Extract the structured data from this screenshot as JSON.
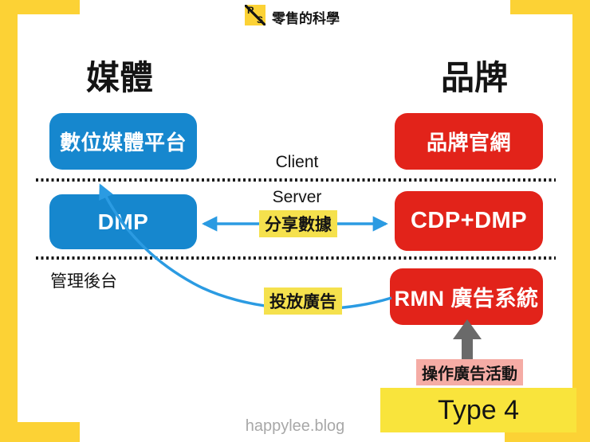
{
  "header": {
    "logo_text_top": "R",
    "logo_text_bottom": "S",
    "brand_name": "零售的科學"
  },
  "columns": {
    "media": "媒體",
    "brand": "品牌"
  },
  "nodes": {
    "media_platform": "數位媒體平台",
    "dmp": "DMP",
    "brand_site": "品牌官網",
    "cdp_dmp": "CDP+DMP",
    "rmn_ad_system": "RMN 廣告系統"
  },
  "layers": {
    "client": "Client",
    "server": "Server",
    "admin_backend": "管理後台"
  },
  "flows": {
    "share_data": "分享數據",
    "serve_ads": "投放廣告",
    "operate_campaign": "操作廣告活動"
  },
  "footer": {
    "type_label": "Type 4",
    "watermark": "happylee.blog"
  },
  "colors": {
    "blue": "#1687CE",
    "red": "#E2231A",
    "arrow_blue": "#2B9BE2",
    "yellow_border": "#FCD235",
    "yellow_highlight": "#F5E14D",
    "yellow_type": "#F9E43C",
    "pink_highlight": "#F5ACA5",
    "gray_arrow": "#6A6A6A"
  }
}
